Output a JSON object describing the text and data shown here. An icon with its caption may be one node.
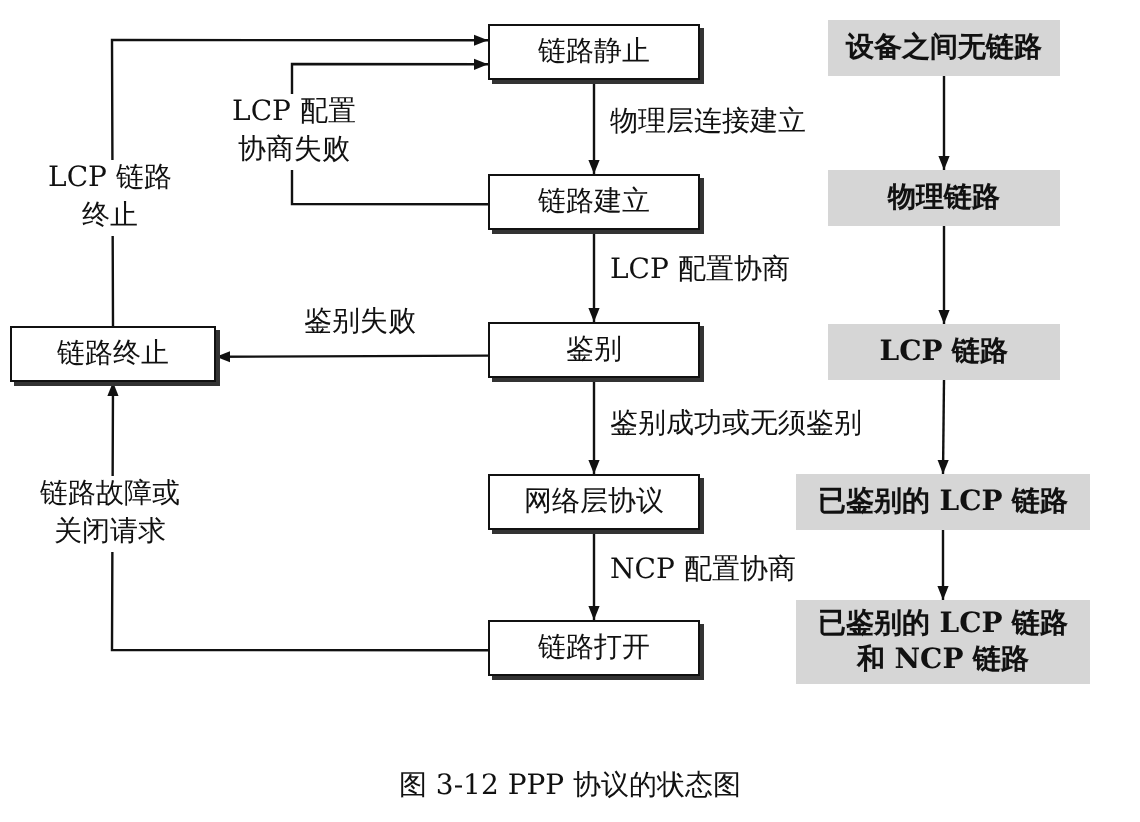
{
  "diagram": {
    "caption": "图 3-12 PPP 协议的状态图",
    "nodes": [
      {
        "text": [
          "链路静止"
        ]
      },
      {
        "text": [
          "链路建立"
        ]
      },
      {
        "text": [
          "鉴别"
        ]
      },
      {
        "text": [
          "网络层协议"
        ]
      },
      {
        "text": [
          "链路打开"
        ]
      },
      {
        "text": [
          "链路终止"
        ]
      },
      {
        "text": [
          "设备之间无链路"
        ]
      },
      {
        "text": [
          "物理链路"
        ]
      },
      {
        "text": [
          "LCP 链路"
        ]
      },
      {
        "text": [
          "已鉴别的 LCP 链路"
        ]
      },
      {
        "text": [
          "已鉴别的 LCP 链路和 NCP 链路"
        ]
      }
    ],
    "edges": [
      {
        "from": 0,
        "to": 1,
        "arrow": "to",
        "label": "物理层连接建立"
      },
      {
        "from": 1,
        "to": 0,
        "arrow": "to",
        "label": "LCP 配置协商失败"
      },
      {
        "from": 1,
        "to": 2,
        "arrow": "to",
        "label": "LCP 配置协商"
      },
      {
        "from": 2,
        "to": 5,
        "arrow": "to",
        "label": "鉴别失败"
      },
      {
        "from": 2,
        "to": 3,
        "arrow": "to",
        "label": "鉴别成功或无须鉴别"
      },
      {
        "from": 3,
        "to": 4,
        "arrow": "to",
        "label": "NCP 配置协商"
      },
      {
        "from": 4,
        "to": 5,
        "arrow": "to",
        "label": "链路故障或关闭请求"
      },
      {
        "from": 5,
        "to": 0,
        "arrow": "to",
        "label": "LCP 链路终止"
      },
      {
        "from": 6,
        "to": 7,
        "arrow": "to"
      },
      {
        "from": 7,
        "to": 8,
        "arrow": "to"
      },
      {
        "from": 8,
        "to": 9,
        "arrow": "to"
      },
      {
        "from": 9,
        "to": 10,
        "arrow": "to"
      }
    ]
  }
}
